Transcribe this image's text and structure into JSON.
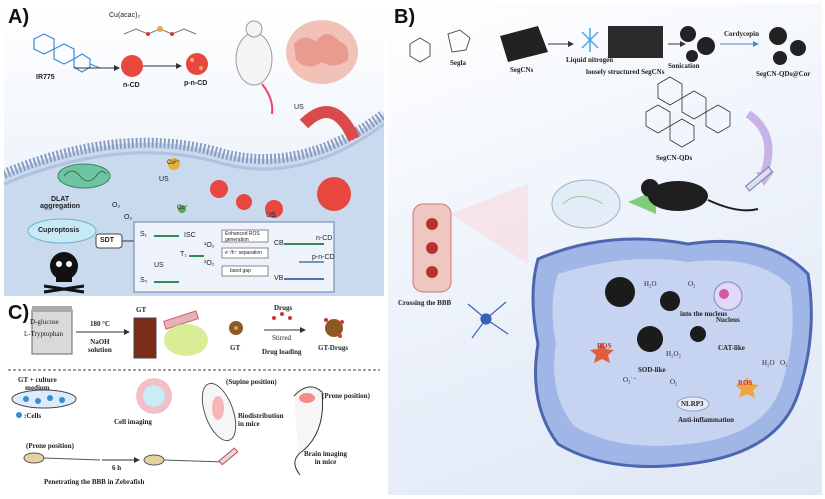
{
  "panel_a": {
    "label": "A)",
    "ir775": "IR775",
    "cu_acac": "Cu(acac)₂",
    "n_cd": "n-CD",
    "p_n_cd": "p-n-CD",
    "us_top": "US",
    "us_left": "US",
    "us_mid": "US",
    "cu_ion": "Cu²⁺",
    "cu_small": "Cu⁺",
    "o2_1": "O₂",
    "o2_2": "O₂",
    "dlat": "DLAT\naggregation",
    "cuproptosis": "Cuproptosis",
    "sdt": "SDT",
    "inset": {
      "s1": "S₁",
      "s0": "S₀",
      "t1": "T₁",
      "isc": "ISC",
      "o2_singlet": "¹O₂",
      "o2_triplet": "³O₂",
      "us": "US",
      "enhanced_ros": "Enhanced ROS\ngeneration",
      "separation": "e⁻/h⁺ separation",
      "band_gap": "band gap",
      "cb": "CB",
      "vb": "VB",
      "n_cd": "n-CD",
      "p_n_cd": "p-n-CD"
    }
  },
  "panel_b": {
    "label": "B)",
    "segla": "Segla",
    "segcns": "SegCNs",
    "liquid_nitrogen": "Liquid nitrogen",
    "loosely": "loosely structured SegCNs",
    "sonication": "Sonication",
    "cordycepin": "Cordycepin",
    "product": "SegCN-QDs@Cor",
    "qds": "SegCN-QDs",
    "crossing": "Crossing the BBB",
    "h2o_top": "H₂O",
    "o2_top": "O₂",
    "into_nucleus": "into the nucleus",
    "nucleus": "Nucleus",
    "ros_left": "ROS",
    "h2o2": "H₂O₂",
    "cat_like": "CAT-like",
    "h2o": "H₂O",
    "o2": "O₂",
    "sod_like": "SOD-like",
    "o2_radical": "O₂˙⁻",
    "o2_b": "O₂",
    "ros_right": "ROS",
    "nlrp3": "NLRP3",
    "anti_inflammation": "Anti-inflammation"
  },
  "panel_c": {
    "label": "C)",
    "d_glucose": "D-glucose",
    "l_tryptophan": "L-Tryptophan",
    "temp": "180 °C",
    "naoh": "NaOH\nsolution",
    "gt": "GT",
    "drugs": "Drugs",
    "stirred": "Stirred",
    "gt_left": "GT",
    "drug_loading": "Drug loading",
    "gt_drugs": "GT-Drugs",
    "gt_culture": "GT + culture\nmedium",
    "cells": ":Cells",
    "cell_imaging": "Cell imaging",
    "supine": "(Supine position)",
    "biodistribution": "Biodistribution\nin mice",
    "prone_right": "(Prone position)",
    "prone_left": "(Prone position)",
    "time": "6 h",
    "brain_imaging": "Brain imaging\nin mice",
    "penetrating": "Penetrating the BBB in Zebrafish"
  },
  "colors": {
    "membrane": "#8a9cc2",
    "cd_red": "#e8473f",
    "panel_b_frame": "#1a2a6e",
    "cell_blue": "#9fb6e6"
  }
}
